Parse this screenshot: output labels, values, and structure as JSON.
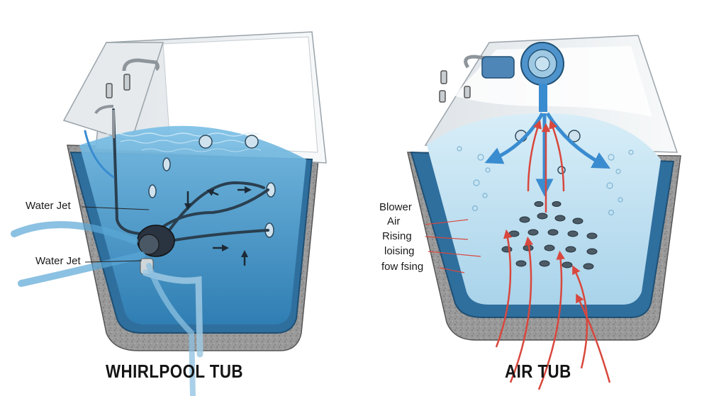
{
  "whirlpool": {
    "caption": "WHIRLPOOL TUB",
    "labels": [
      "Water Jet",
      "Water Jet"
    ]
  },
  "air": {
    "caption": "AIR TUB",
    "labels": [
      "Blower",
      "Air",
      "Rising",
      "loising",
      "fow fsing"
    ]
  },
  "colors": {
    "water": "#5aa7d6",
    "water_dark": "#2f6f9e",
    "tub_shell": "#eef1f3",
    "concrete": "#8f8f8f",
    "air_arrow": "#d9473d",
    "air_water": "#bfe0f1"
  }
}
